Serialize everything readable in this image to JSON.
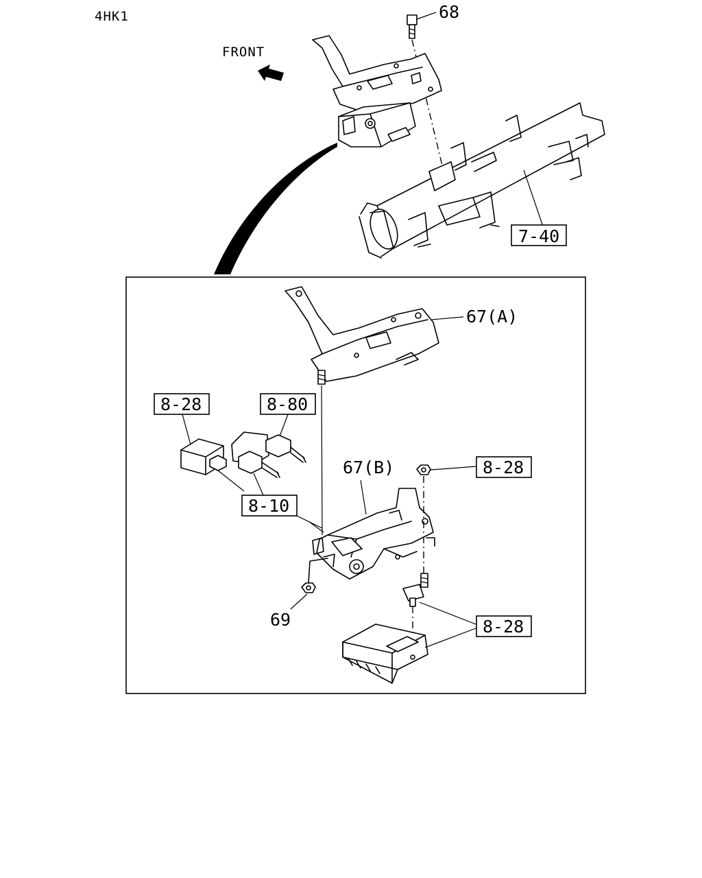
{
  "header": {
    "engine_code": "4HK1"
  },
  "direction": {
    "front_label": "FRONT"
  },
  "callouts": {
    "bolt_68": "68",
    "ref_7_40": "7-40",
    "bracket_67a": "67(A)",
    "bracket_67b": "67(B)",
    "ref_8_28_left": "8-28",
    "ref_8_80": "8-80",
    "ref_8_10": "8-10",
    "ref_8_28_nut": "8-28",
    "ref_8_28_ecu": "8-28",
    "nut_69": "69"
  },
  "icons": [
    "front-arrow-icon",
    "bolt-icon",
    "nut-icon",
    "connector-icon",
    "ecu-module-icon"
  ]
}
